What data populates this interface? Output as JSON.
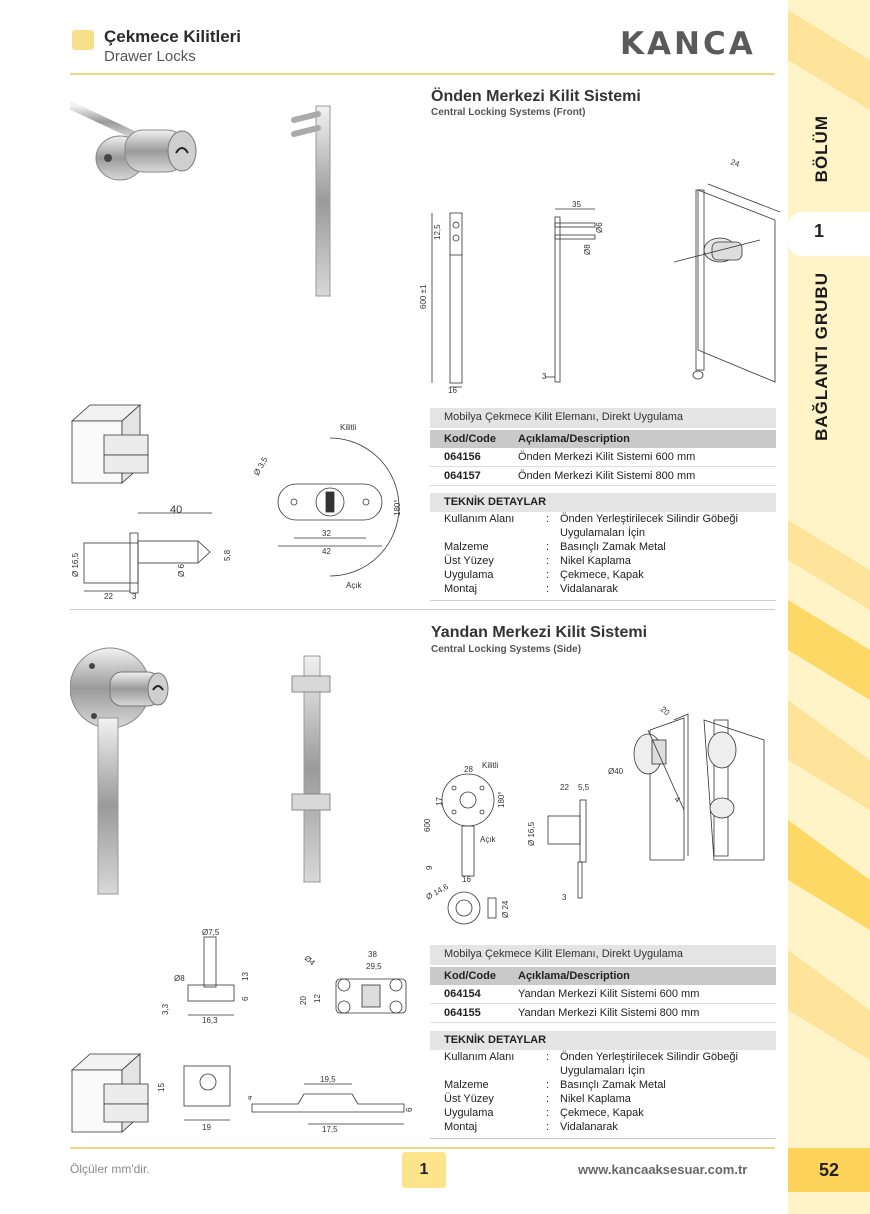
{
  "header": {
    "title": "Çekmece Kilitleri",
    "subtitle": "Drawer Locks",
    "logo": "KANCA"
  },
  "sidebar": {
    "section_label": "BÖLÜM",
    "section_number": "1",
    "group_label": "BAĞLANTI GRUBU"
  },
  "section1": {
    "title": "Önden Merkezi Kilit Sistemi",
    "subtitle": "Central Locking Systems (Front)",
    "table": {
      "caption": "Mobilya Çekmece Kilit Elemanı, Direkt Uygulama",
      "headers": [
        "Kod/Code",
        "Açıklama/Description"
      ],
      "rows": [
        [
          "064156",
          "Önden Merkezi Kilit Sistemi 600 mm"
        ],
        [
          "064157",
          "Önden Merkezi Kilit Sistemi 800 mm"
        ]
      ]
    },
    "tech": {
      "heading": "TEKNİK DETAYLAR",
      "rows": [
        [
          "Kullanım Alanı",
          ":",
          "Önden Yerleştirilecek Silindir Göbeği"
        ],
        [
          "",
          "",
          "Uygulamaları İçin"
        ],
        [
          "Malzeme",
          ":",
          "Basınçlı Zamak Metal"
        ],
        [
          "Üst Yüzey",
          ":",
          "Nikel Kaplama"
        ],
        [
          "Uygulama",
          ":",
          "Çekmece, Kapak"
        ],
        [
          "Montaj",
          ":",
          "Vidalanarak"
        ]
      ]
    },
    "dims": {
      "d40": "40",
      "d22": "22",
      "d3": "3",
      "d165": "Ø 16,5",
      "d6": "Ø 6",
      "d58": "5,8",
      "d35h": "Ø 3,5",
      "d32": "32",
      "d42": "42",
      "d180": "180°",
      "kilitli": "Kilitli",
      "acik": "Açık",
      "d600": "600 ±1",
      "d16": "16",
      "d125": "12,5",
      "d35": "35",
      "d35b": "3,5",
      "d8": "Ø8",
      "d6b": "Ø6",
      "d3b": "3",
      "d24": "24"
    }
  },
  "section2": {
    "title": "Yandan Merkezi Kilit Sistemi",
    "subtitle": "Central Locking Systems (Side)",
    "table": {
      "caption": "Mobilya Çekmece Kilit Elemanı, Direkt Uygulama",
      "headers": [
        "Kod/Code",
        "Açıklama/Description"
      ],
      "rows": [
        [
          "064154",
          "Yandan Merkezi Kilit Sistemi 600 mm"
        ],
        [
          "064155",
          "Yandan Merkezi Kilit Sistemi 800 mm"
        ]
      ]
    },
    "tech": {
      "heading": "TEKNİK DETAYLAR",
      "rows": [
        [
          "Kullanım Alanı",
          ":",
          "Önden Yerleştirilecek Silindir Göbeği"
        ],
        [
          "",
          "",
          "Uygulamaları İçin"
        ],
        [
          "Malzeme",
          ":",
          "Basınçlı Zamak Metal"
        ],
        [
          "Üst Yüzey",
          ":",
          "Nikel Kaplama"
        ],
        [
          "Uygulama",
          ":",
          "Çekmece, Kapak"
        ],
        [
          "Montaj",
          ":",
          "Vidalanarak"
        ]
      ]
    },
    "dims": {
      "d28": "28",
      "kilitli": "Kilitli",
      "d17": "17",
      "d600": "600",
      "d180": "180°",
      "acik": "Açık",
      "d9": "9",
      "d16": "16",
      "d22": "22",
      "d55": "5,5",
      "d165": "Ø 16,5",
      "d3": "3",
      "d146": "Ø 14,6",
      "d24": "Ø 24",
      "d40": "Ø40",
      "d20": "20",
      "d4": "4",
      "d75": "Ø7,5",
      "d8": "Ø8",
      "d13": "13",
      "d33": "3,3",
      "d6": "6",
      "d163": "16,3",
      "d38": "38",
      "d295": "29,5",
      "d20b": "20",
      "d12": "12",
      "d4b": "Ø4",
      "d15": "15",
      "d19": "19",
      "d195": "19,5",
      "d175": "17,5",
      "d4c": "4",
      "d6c": "6"
    }
  },
  "footer": {
    "note": "Ölçüler mm'dir.",
    "section_number": "1",
    "url": "www.kancaaksesuar.com.tr",
    "page": "52"
  }
}
